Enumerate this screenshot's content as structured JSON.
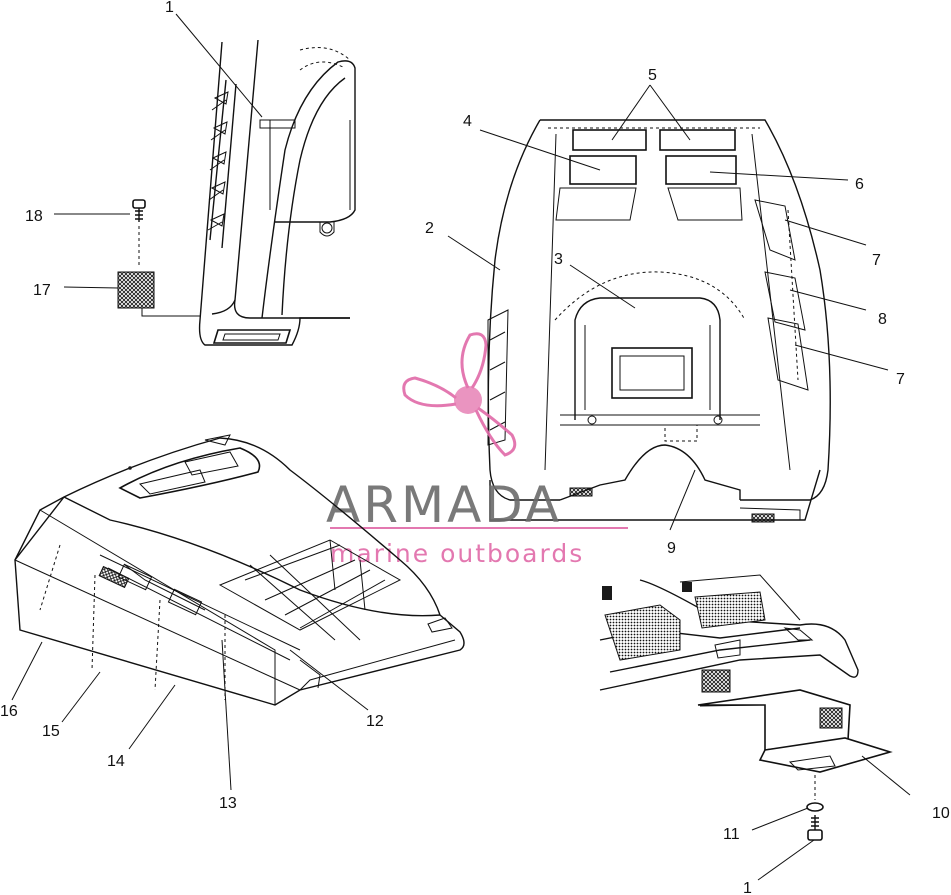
{
  "callouts": [
    {
      "id": "c1a",
      "text": "1"
    },
    {
      "id": "c1b",
      "text": "1"
    },
    {
      "id": "c2",
      "text": "2"
    },
    {
      "id": "c3",
      "text": "3"
    },
    {
      "id": "c4",
      "text": "4"
    },
    {
      "id": "c5",
      "text": "5"
    },
    {
      "id": "c6",
      "text": "6"
    },
    {
      "id": "c7a",
      "text": "7"
    },
    {
      "id": "c7b",
      "text": "7"
    },
    {
      "id": "c8",
      "text": "8"
    },
    {
      "id": "c9",
      "text": "9"
    },
    {
      "id": "c10",
      "text": "10"
    },
    {
      "id": "c11",
      "text": "11"
    },
    {
      "id": "c12",
      "text": "12"
    },
    {
      "id": "c13",
      "text": "13"
    },
    {
      "id": "c14",
      "text": "14"
    },
    {
      "id": "c15",
      "text": "15"
    },
    {
      "id": "c16",
      "text": "16"
    },
    {
      "id": "c17",
      "text": "17"
    },
    {
      "id": "c18",
      "text": "18"
    }
  ],
  "watermark": {
    "title": "ARMADA",
    "subtitle": "marine outboards",
    "title_color": "#6b6b6b",
    "accent_color": "#e16aa8",
    "icon": "propeller-logo-icon"
  }
}
